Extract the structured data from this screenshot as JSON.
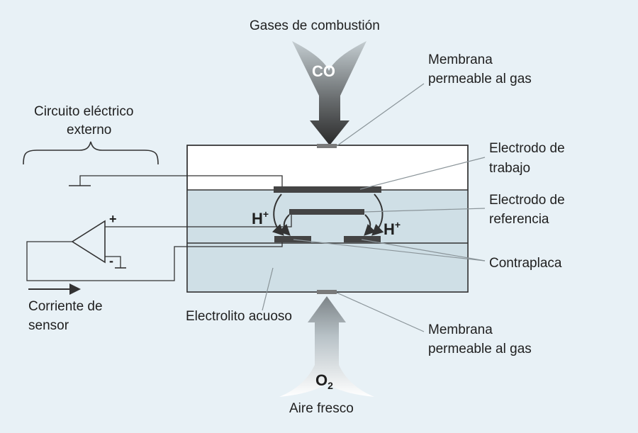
{
  "labels": {
    "combustion_gases": "Gases de combustión",
    "membrane_top_1": "Membrana",
    "membrane_top_2": "permeable al gas",
    "external_circuit_1": "Circuito eléctrico",
    "external_circuit_2": "externo",
    "working_electrode_1": "Electrodo de",
    "working_electrode_2": "trabajo",
    "reference_electrode_1": "Electrodo de",
    "reference_electrode_2": "referencia",
    "counter_plate": "Contraplaca",
    "sensor_current_1": "Corriente de",
    "sensor_current_2": "sensor",
    "electrolyte": "Electrolito acuoso",
    "membrane_bottom_1": "Membrana",
    "membrane_bottom_2": "permeable al gas",
    "fresh_air": "Aire fresco"
  },
  "chem": {
    "co": "CO",
    "o2_main": "O",
    "o2_sub": "2",
    "h_ion": "H",
    "ion_charge": "+"
  },
  "amp": {
    "plus": "+",
    "minus": "-"
  },
  "colors": {
    "background": "#e8f1f6",
    "electrolyte": "#cfdfe6",
    "electrode": "#444444",
    "line": "#333333",
    "arrow_dark": "#2a2a2a",
    "arrow_light": "#c0c8cc"
  }
}
